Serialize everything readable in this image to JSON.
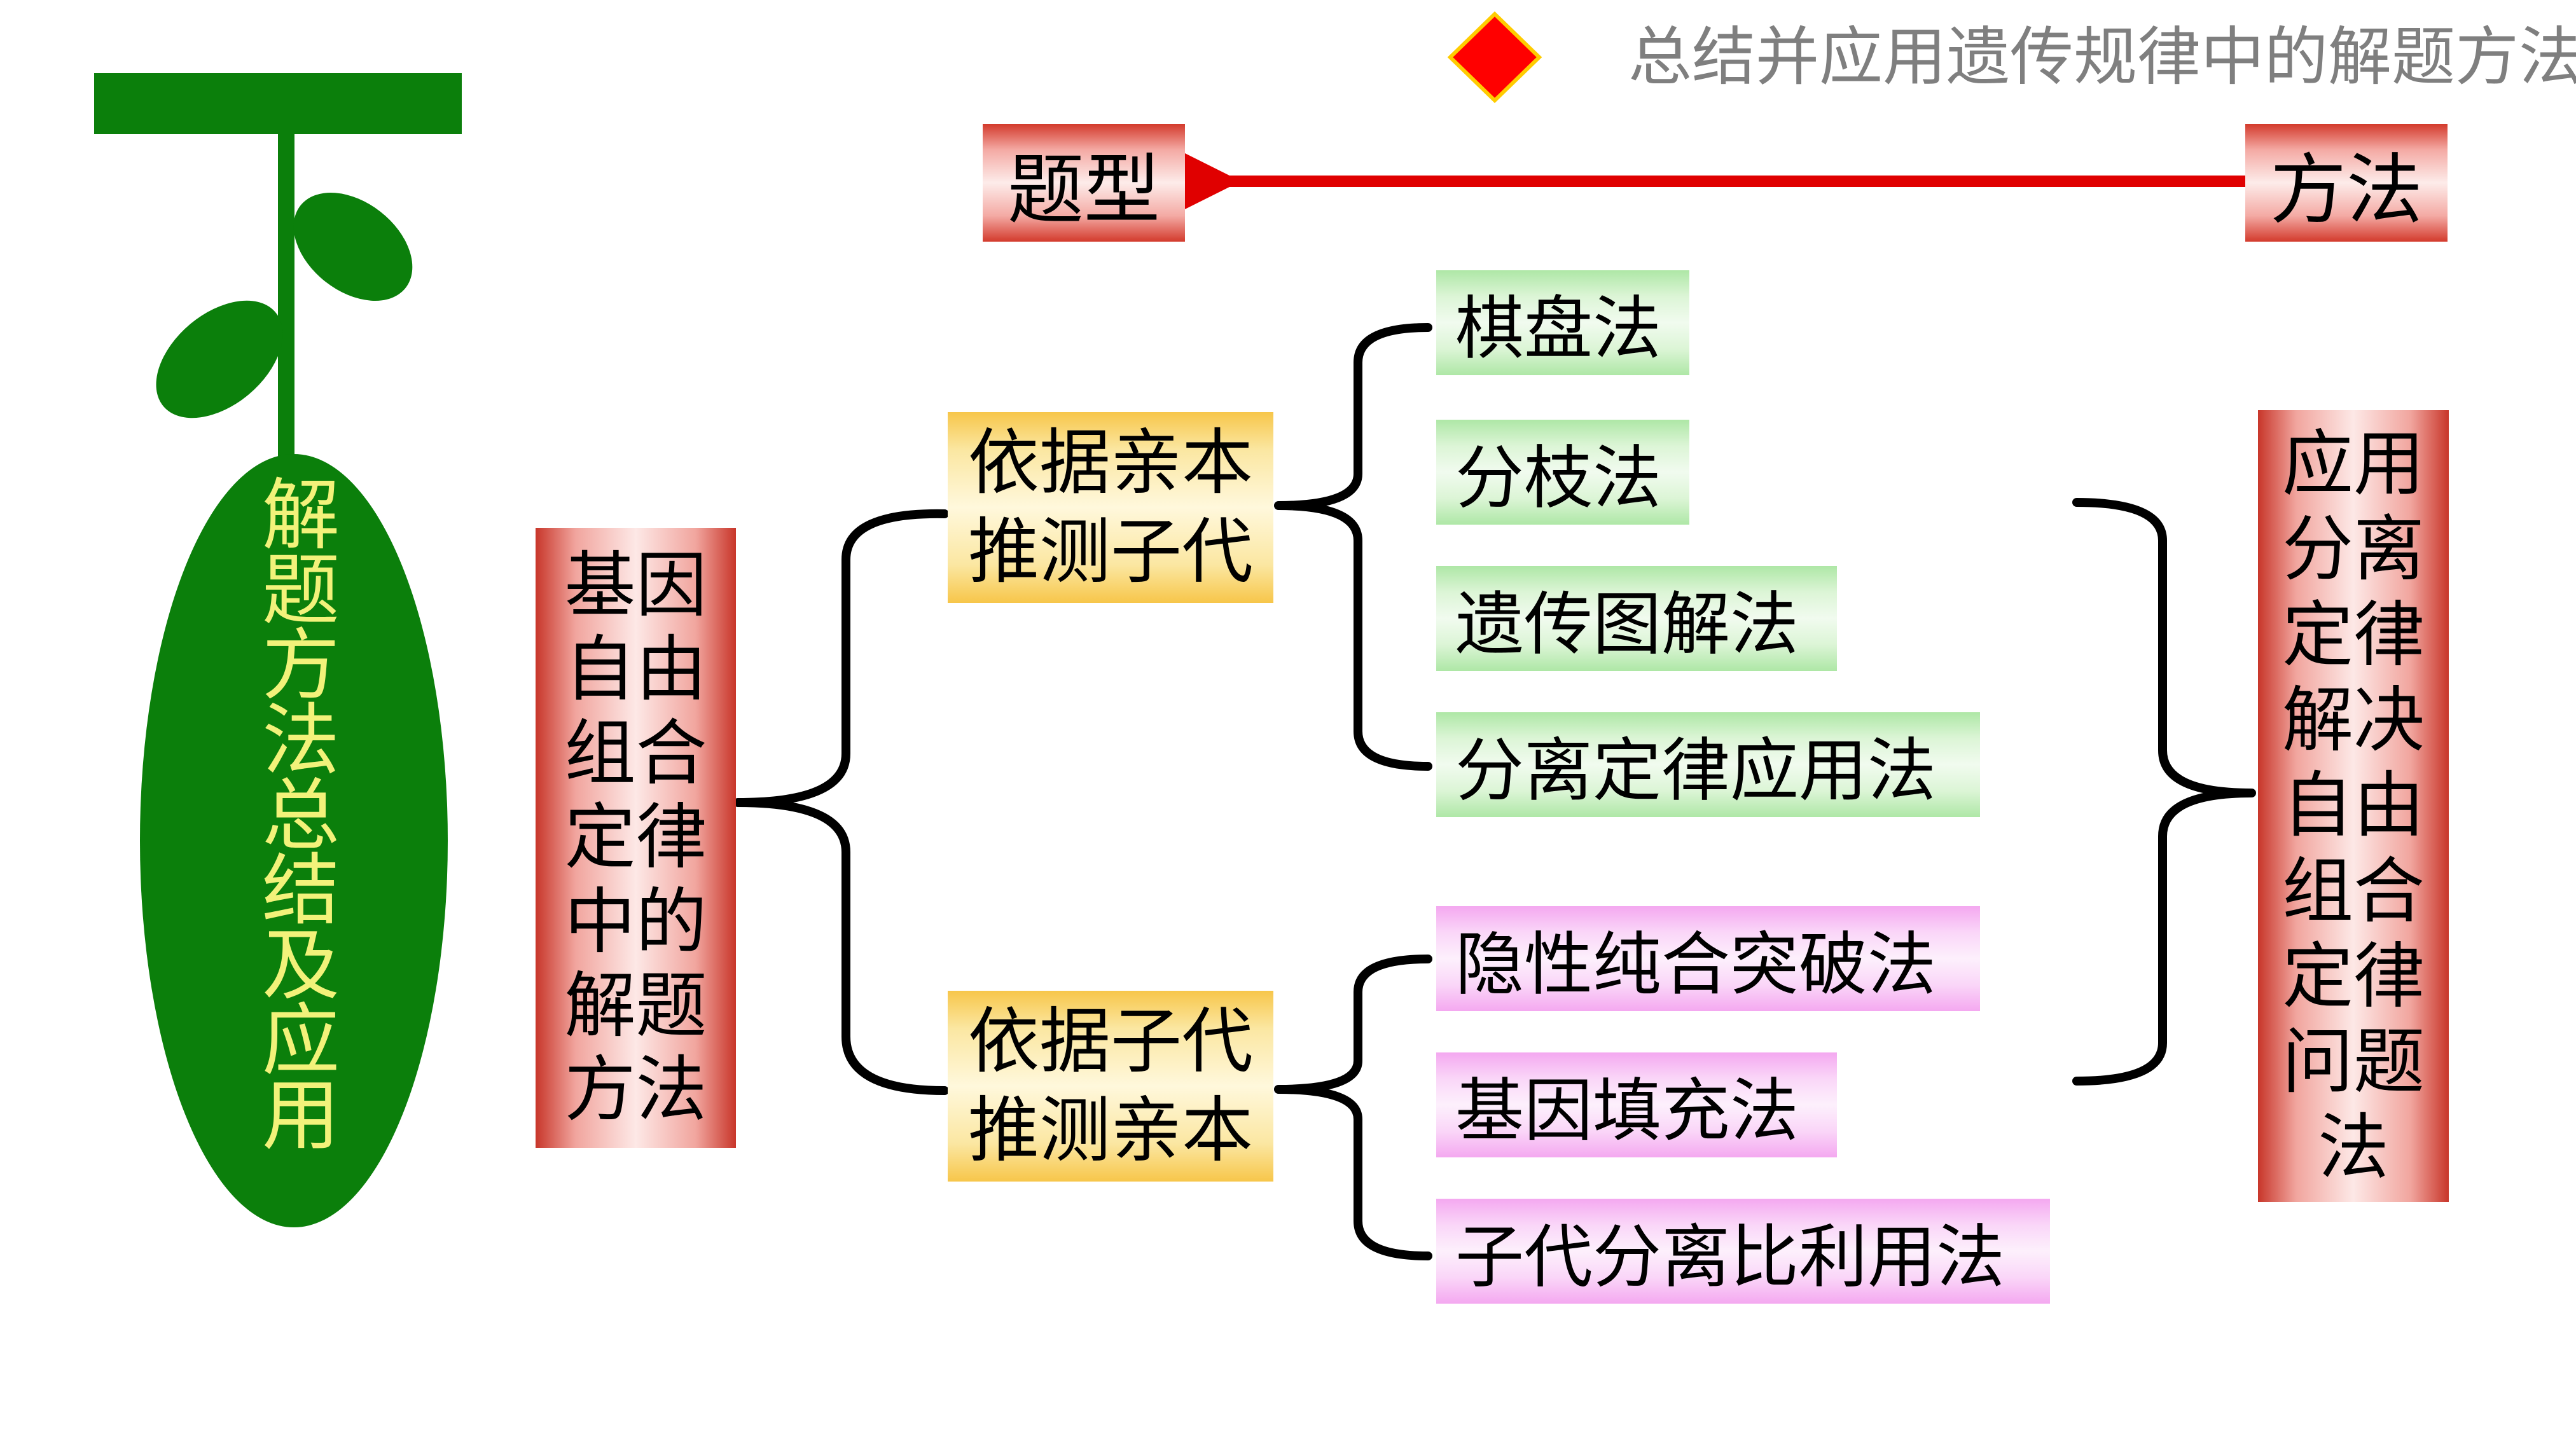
{
  "header": {
    "title": "总结并应用遗传规律中的解题方法",
    "colors": {
      "diamond": "#ff0000",
      "title": "#7f7f7f",
      "arrow": "#e00000"
    }
  },
  "plant": {
    "label": "解题方法总结及应用",
    "colors": {
      "leaf": "#0b7f0b",
      "label": "#f2f27a"
    }
  },
  "flow": {
    "type_label": "题型",
    "method_label": "方法"
  },
  "root": {
    "label": "基因自由组合定律中的解题方法"
  },
  "groups": [
    {
      "label": "依据亲本推测子代",
      "methods": [
        "棋盘法",
        "分枝法",
        "遗传图解法",
        "分离定律应用法"
      ]
    },
    {
      "label": "依据子代推测亲本",
      "methods": [
        "隐性纯合突破法",
        "基因填充法",
        "子代分离比利用法"
      ]
    }
  ],
  "target": {
    "label": "应用分离定律解决自由组合定律问题法"
  }
}
